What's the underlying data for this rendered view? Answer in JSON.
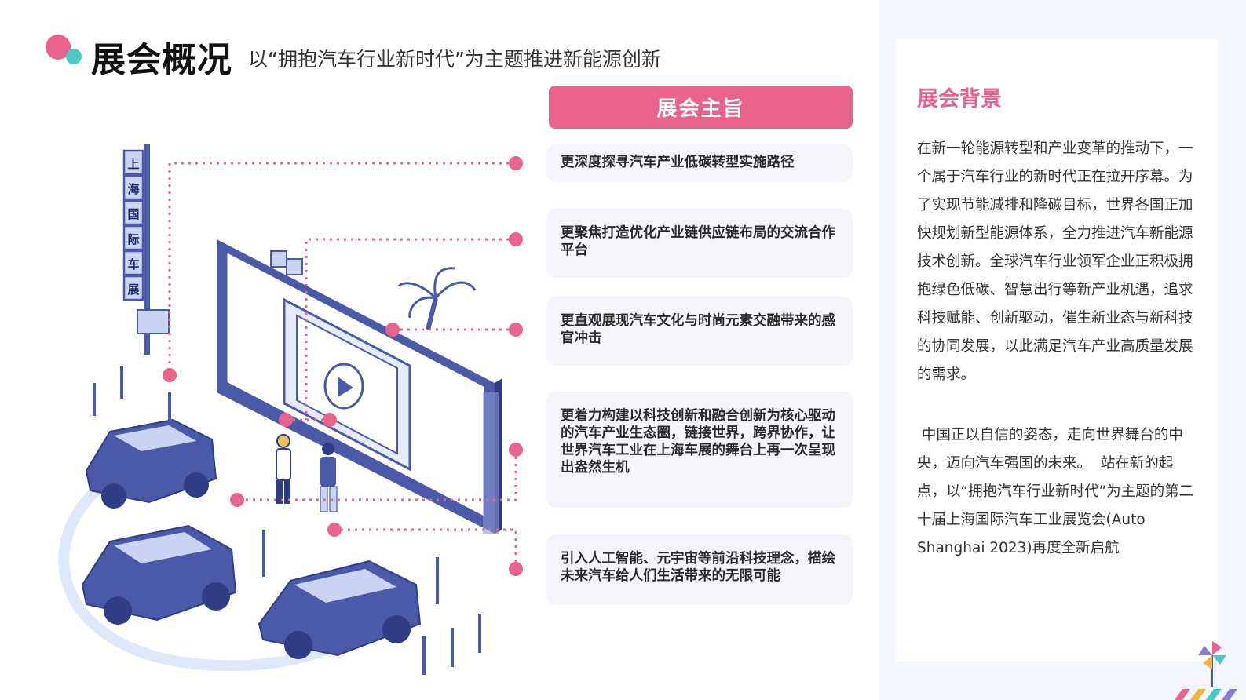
{
  "header": {
    "title": "展会概况",
    "subtitle": "以“拥抱汽车行业新时代”为主题推进新能源创新"
  },
  "illustration": {
    "sign_chars": [
      "上",
      "海",
      "国",
      "际",
      "车",
      "展"
    ]
  },
  "mission": {
    "title": "展会主旨",
    "items": [
      {
        "text": "更深度探寻汽车产业低碳转型实施路径"
      },
      {
        "text": "更聚焦打造优化产业链供应链布局的交流合作平台"
      },
      {
        "text": "更直观展现汽车文化与时尚元素交融带来的感官冲击"
      },
      {
        "text": "更着力构建以科技创新和融合创新为核心驱动的汽车产业生态圈，链接世界，跨界协作，让世界汽车工业在上海车展的舞台上再一次呈现出盎然生机"
      },
      {
        "text": "引入人工智能、元宇宙等前沿科技理念，描绘未来汽车给人们生活带来的无限可能"
      }
    ]
  },
  "background": {
    "title": "展会背景",
    "paragraph1": "在新一轮能源转型和产业变革的推动下，一个属于汽车行业的新时代正在拉开序幕。为了实现节能减排和降碳目标，世界各国正加快规划新型能源体系，全力推进汽车新能源技术创新。全球汽车行业领军企业正积极拥抱绿色低碳、智慧出行等新产业机遇，追求科技赋能、创新驱动，催生新业态与新科技的协同发展，以此满足汽车产业高质量发展的需求。",
    "paragraph2": " 中国正以自信的姿态，走向世界舞台的中央，迈向汽车强国的未来。  站在新的起点，以“拥抱汽车行业新时代”为主题的第二十届上海国际汽车工业展览会(Auto Shanghai 2023)再度全新启航"
  },
  "colors": {
    "accent": "#e8648b",
    "teal": "#4cc9c6",
    "illustration_blue": "#4a5aa8",
    "light_blue": "#c9d3f2",
    "card_bg": "#f3f5fb"
  }
}
